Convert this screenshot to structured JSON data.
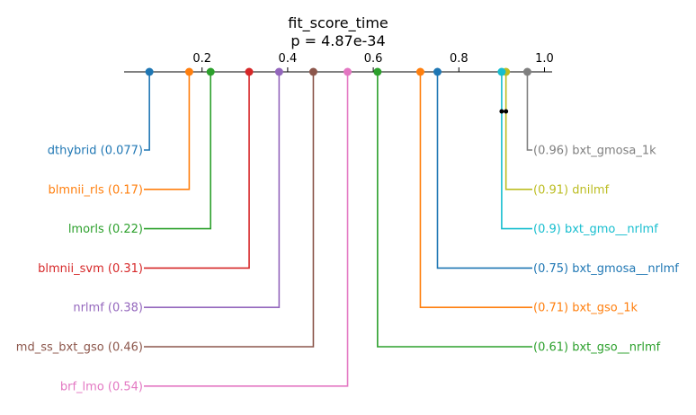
{
  "chart_data": {
    "type": "critical_difference",
    "title": "fit_score_time",
    "subtitle": "p = 4.87e-34",
    "xlim": [
      0.0,
      1.0
    ],
    "ticks": [
      "0.2",
      "0.4",
      "0.6",
      "0.8",
      "1.0"
    ],
    "tick_values": [
      0.2,
      0.4,
      0.6,
      0.8,
      1.0
    ],
    "left_methods": [
      {
        "name": "dthybrid",
        "value": 0.077,
        "label": "dthybrid (0.077)",
        "color": "#1f77b4"
      },
      {
        "name": "blmnii_rls",
        "value": 0.17,
        "label": "blmnii_rls (0.17)",
        "color": "#ff7f0e"
      },
      {
        "name": "lmorls",
        "value": 0.22,
        "label": "lmorls (0.22)",
        "color": "#2ca02c"
      },
      {
        "name": "blmnii_svm",
        "value": 0.31,
        "label": "blmnii_svm (0.31)",
        "color": "#d62728"
      },
      {
        "name": "nrlmf",
        "value": 0.38,
        "label": "nrlmf (0.38)",
        "color": "#9467bd"
      },
      {
        "name": "md_ss_bxt_gso",
        "value": 0.46,
        "label": "md_ss_bxt_gso (0.46)",
        "color": "#8c564b"
      },
      {
        "name": "brf_lmo",
        "value": 0.54,
        "label": "brf_lmo (0.54)",
        "color": "#e377c2"
      }
    ],
    "right_methods": [
      {
        "name": "bxt_gmosa_1k",
        "value": 0.96,
        "label": "(0.96) bxt_gmosa_1k",
        "color": "#7f7f7f"
      },
      {
        "name": "dnilmf",
        "value": 0.91,
        "label": "(0.91) dnilmf",
        "color": "#bcbd22"
      },
      {
        "name": "bxt_gmo__nrlmf",
        "value": 0.9,
        "label": "(0.9) bxt_gmo__nrlmf",
        "color": "#17becf"
      },
      {
        "name": "bxt_gmosa__nrlmf",
        "value": 0.75,
        "label": "(0.75) bxt_gmosa__nrlmf",
        "color": "#1f77b4"
      },
      {
        "name": "bxt_gso_1k",
        "value": 0.71,
        "label": "(0.71) bxt_gso_1k",
        "color": "#ff7f0e"
      },
      {
        "name": "bxt_gso__nrlmf",
        "value": 0.61,
        "label": "(0.61) bxt_gso__nrlmf",
        "color": "#2ca02c"
      }
    ],
    "cliques": [
      {
        "from": 0.9,
        "to": 0.91
      }
    ]
  }
}
